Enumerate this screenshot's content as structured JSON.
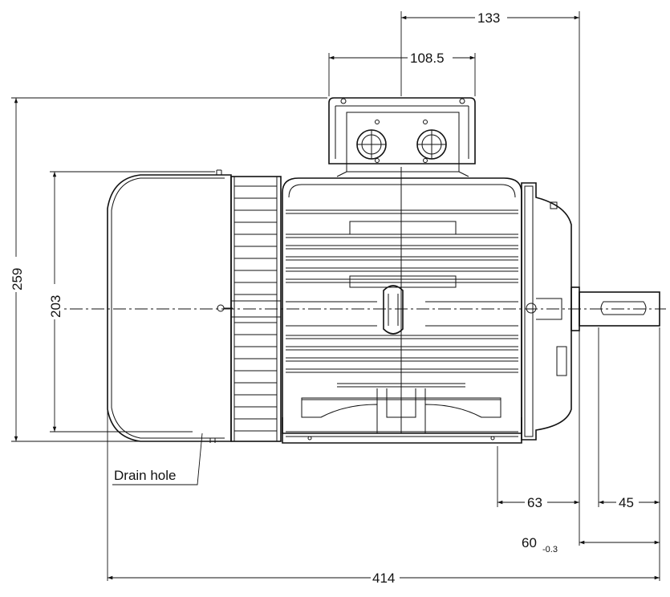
{
  "dimensions": {
    "d133": "133",
    "d108_5": "108.5",
    "d259": "259",
    "d203": "203",
    "d63": "63",
    "d45": "45",
    "d60": "60",
    "d60_tol": "-0.3",
    "d414": "414"
  },
  "labels": {
    "drain_hole": "Drain hole"
  }
}
